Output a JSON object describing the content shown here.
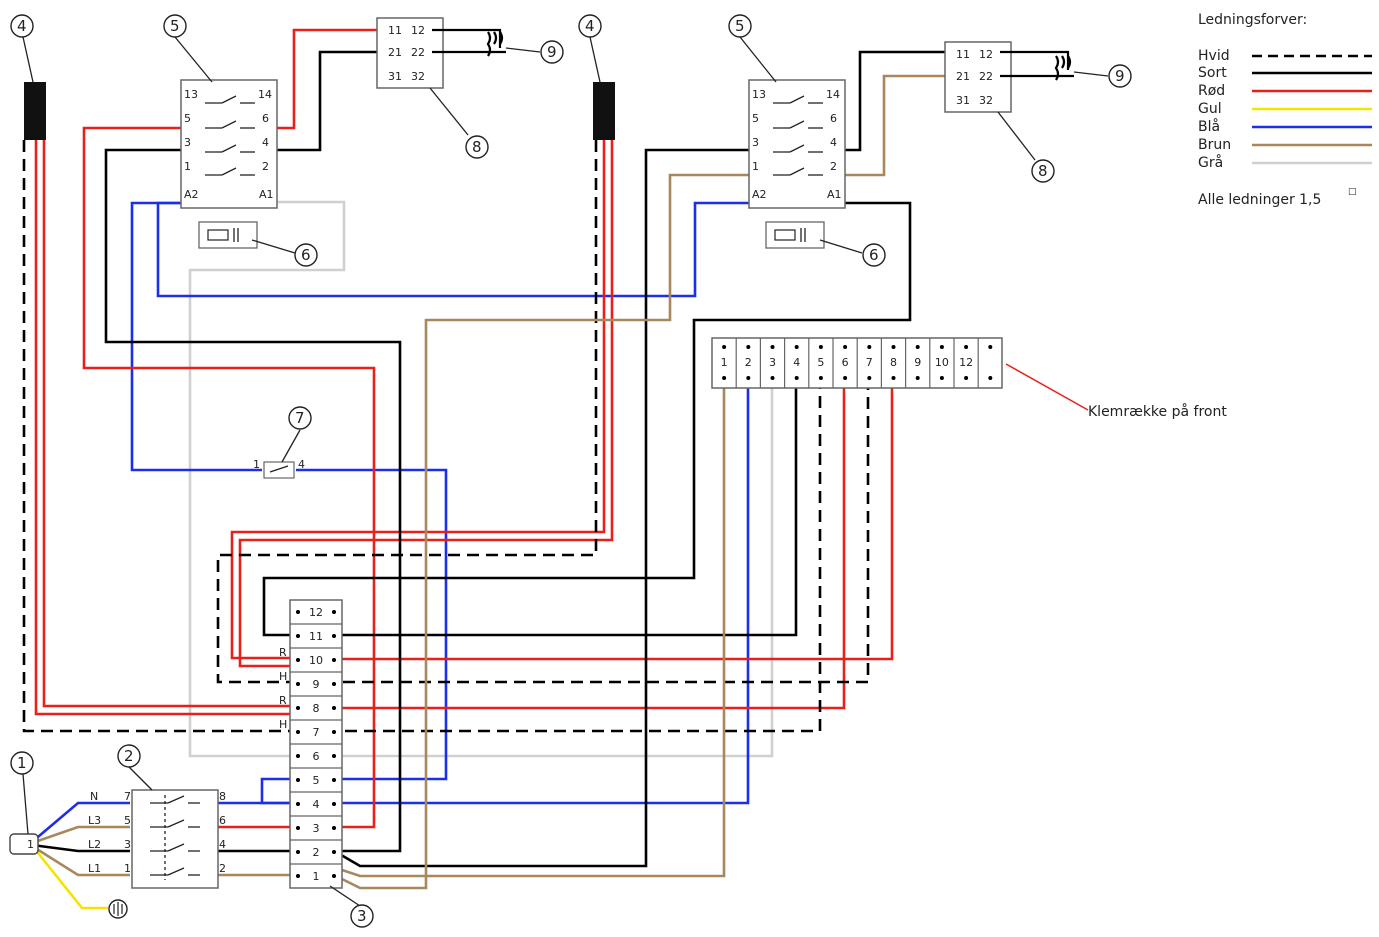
{
  "legend": {
    "title": "Ledningsforver:",
    "items": [
      {
        "label": "Hvid",
        "color": "#000000",
        "dashed": true
      },
      {
        "label": "Sort",
        "color": "#000000",
        "dashed": false
      },
      {
        "label": "Rød",
        "color": "#e8201c",
        "dashed": false
      },
      {
        "label": "Gul",
        "color": "#f5e400",
        "dashed": false
      },
      {
        "label": "Blå",
        "color": "#1c2fe8",
        "dashed": false
      },
      {
        "label": "Brun",
        "color": "#a8875c",
        "dashed": false
      },
      {
        "label": "Grå",
        "color": "#d0d0d0",
        "dashed": false
      }
    ],
    "note": "Alle ledninger 1,5",
    "note_sup": "□"
  },
  "callouts": {
    "c1": "1",
    "c2": "2",
    "c3": "3",
    "c4": "4",
    "c5": "5",
    "c6": "6",
    "c7": "7",
    "c8": "8",
    "c9": "9"
  },
  "relay_terminals": {
    "t13": "13",
    "t14": "14",
    "t5": "5",
    "t6": "6",
    "t3": "3",
    "t4": "4",
    "t1": "1",
    "t2": "2",
    "ta2": "A2",
    "ta1": "A1"
  },
  "aux_contacts": {
    "a11": "11",
    "a12": "12",
    "a21": "21",
    "a22": "22",
    "a31": "31",
    "a32": "32"
  },
  "front_strip": {
    "label": "Klemrække på front",
    "numbers": [
      "1",
      "2",
      "3",
      "4",
      "5",
      "6",
      "7",
      "8",
      "9",
      "10",
      "12",
      ""
    ]
  },
  "main_strip": {
    "numbers": [
      "12",
      "11",
      "10",
      "9",
      "8",
      "7",
      "6",
      "5",
      "4",
      "3",
      "2",
      "1"
    ],
    "side_labels": {
      "r10": "R",
      "h9": "H",
      "r8": "R",
      "h7": "H"
    }
  },
  "switch2": {
    "left": [
      "7",
      "5",
      "3",
      "1"
    ],
    "right": [
      "8",
      "6",
      "4",
      "2"
    ],
    "phases": [
      "N",
      "L3",
      "L2",
      "L1"
    ]
  },
  "plug": {
    "label": "1"
  },
  "switch7": {
    "left": "1",
    "right": "4"
  },
  "colors": {
    "black": "#000000",
    "red": "#e8201c",
    "blue": "#1c2fe8",
    "brown": "#a8875c",
    "grey": "#d0d0d0",
    "yellow": "#f5e400"
  }
}
